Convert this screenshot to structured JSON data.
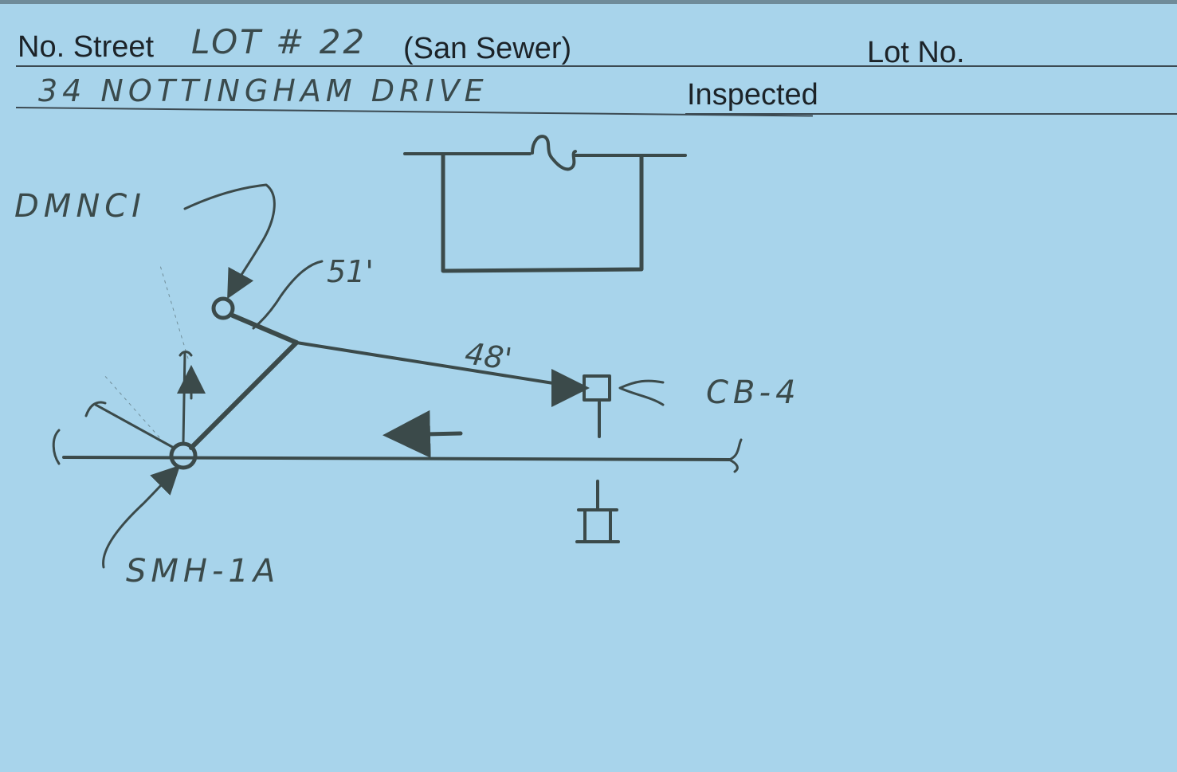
{
  "header": {
    "street_label": "No. Street",
    "street_value": "LOT # 22",
    "street_note": "(San Sewer)",
    "lot_label": "Lot No.",
    "address_value": "34 NOTTINGHAM DRIVE",
    "inspected_label": "Inspected"
  },
  "sketch": {
    "north_label": "N",
    "dmnci_label": "DMNCI",
    "length_1": "51'",
    "length_2": "48'",
    "cb_label": "CB-4",
    "smh_label": "SMH-1A"
  },
  "colors": {
    "card_background": "#a8d4eb",
    "ink_printed": "#1c2328",
    "ink_pencil": "#3b4a4a"
  }
}
